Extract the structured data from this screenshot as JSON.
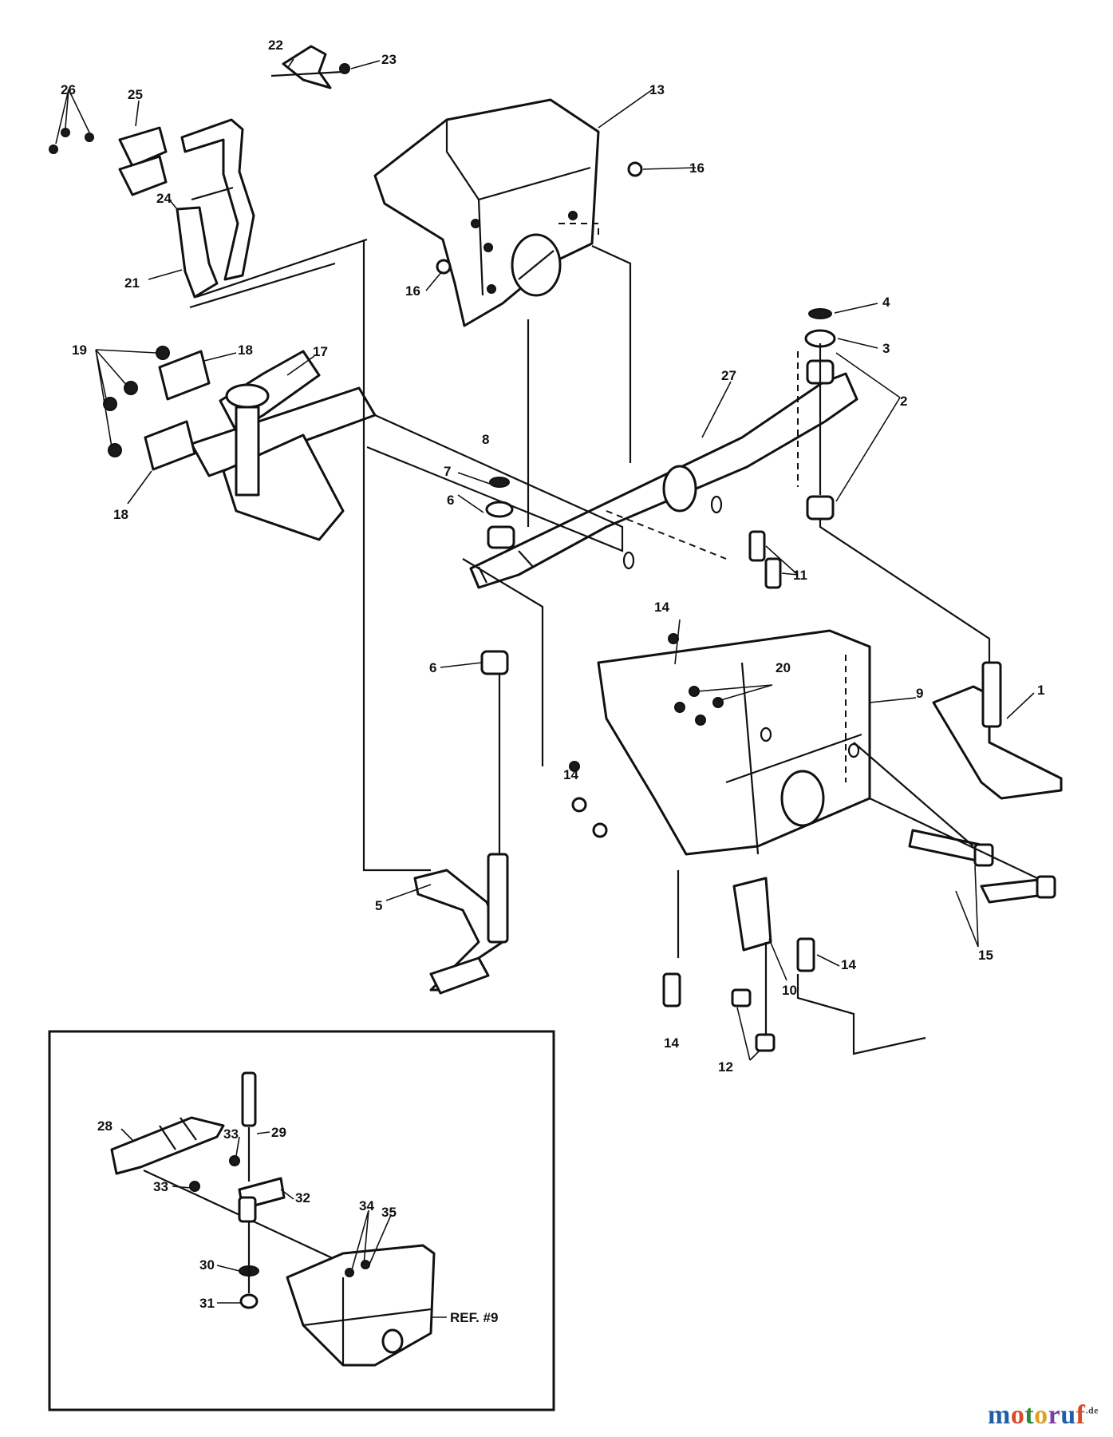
{
  "callouts": [
    "1",
    "2",
    "3",
    "4",
    "5",
    "6",
    "7",
    "8",
    "9",
    "10",
    "11",
    "12",
    "13",
    "14",
    "15",
    "16",
    "17",
    "18",
    "19",
    "20",
    "21",
    "22",
    "23",
    "24",
    "25",
    "26",
    "27",
    "28",
    "29",
    "30",
    "31",
    "32",
    "33",
    "34",
    "35"
  ],
  "inset": {
    "ref_label": "REF. #9"
  },
  "watermark": {
    "letters": [
      "m",
      "o",
      "t",
      "o",
      "r",
      "u",
      "f"
    ],
    "letter_colors": [
      "#1f5fa8",
      "#d94a2a",
      "#2c8a3a",
      "#e0a020",
      "#7a3fa0",
      "#1f5fa8",
      "#d94a2a"
    ],
    "suffix": ".de"
  }
}
